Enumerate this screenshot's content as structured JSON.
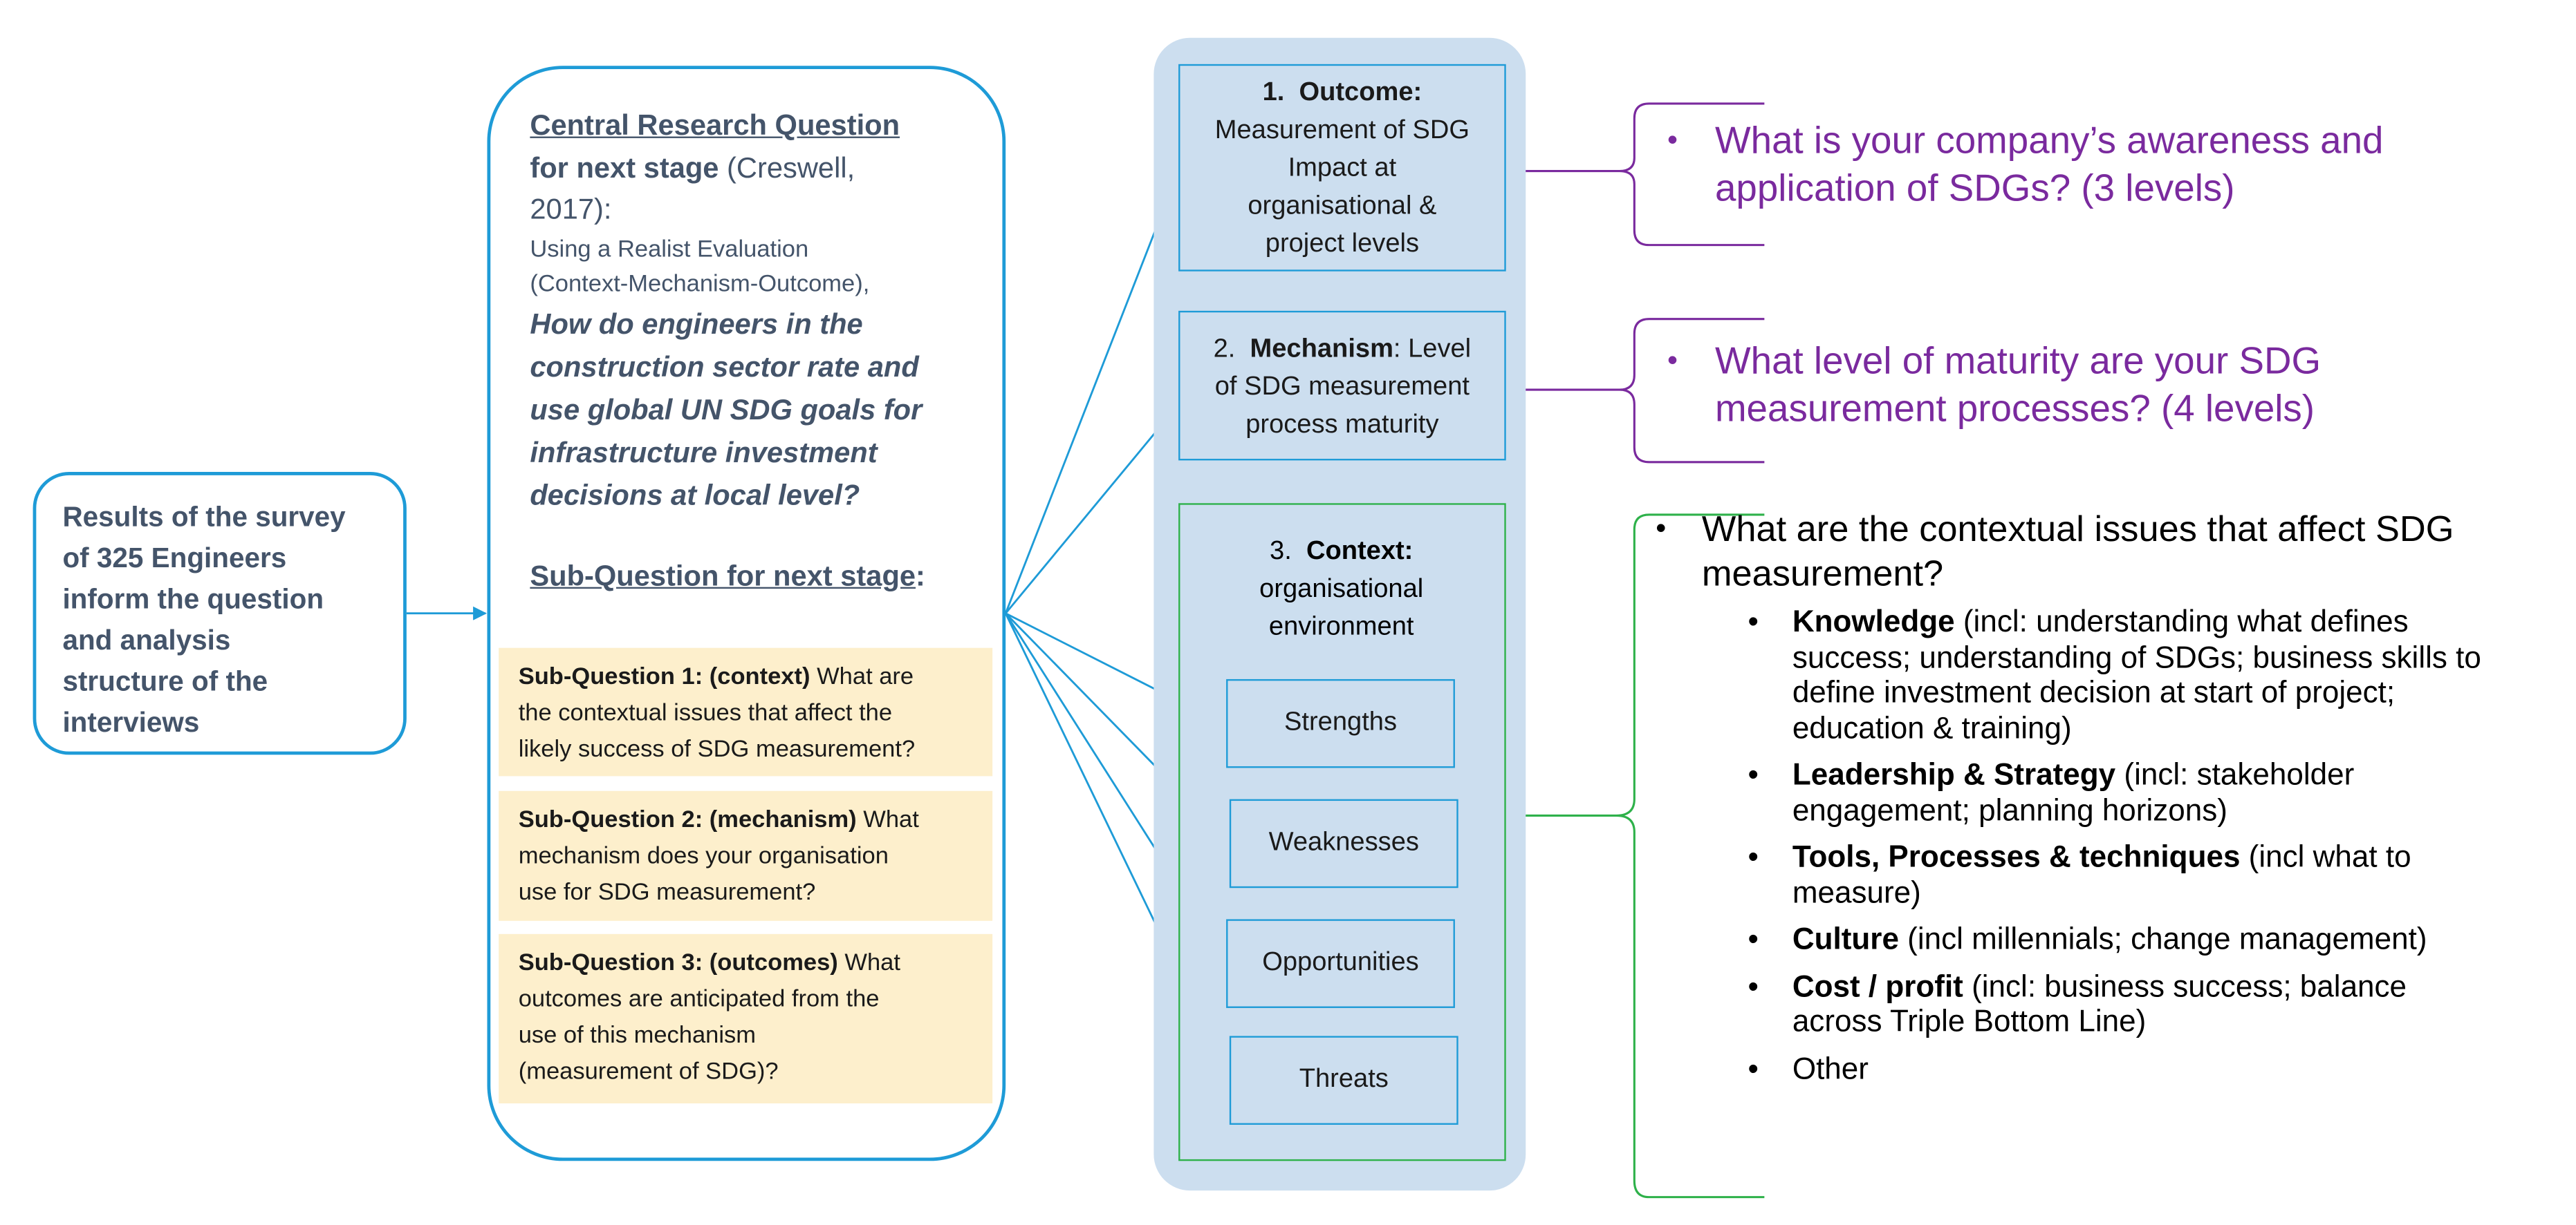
{
  "survey": {
    "lines": [
      "Results of the survey",
      "of 325 Engineers",
      "inform the question",
      "and analysis",
      "structure of the",
      "interviews"
    ]
  },
  "research_question": {
    "title": "Central Research Question",
    "line2_bold": "for next stage",
    "line2_rest": " (Creswell,",
    "line3": "2017):",
    "method_line1": "Using a Realist Evaluation",
    "method_line2": "(Context-Mechanism-Outcome),",
    "question_lines": [
      "How do engineers in the",
      "construction sector rate and",
      "use global UN SDG goals for",
      "infrastructure investment",
      "decisions at local level?"
    ],
    "sub_heading": "Sub-Question for next stage",
    "sub_heading_colon": ":"
  },
  "sub_questions": [
    {
      "label": "Sub-Question 1:  (context)",
      "rest_first": " What are",
      "lines": [
        "the contextual issues that affect the",
        "likely success of SDG measurement?"
      ]
    },
    {
      "label": "Sub-Question 2:  (mechanism)",
      "rest_first": " What",
      "lines": [
        "mechanism does your organisation",
        "use for SDG measurement?"
      ]
    },
    {
      "label": "Sub-Question 3:  (outcomes)",
      "rest_first": " What",
      "lines": [
        "outcomes are anticipated from the",
        "use of this mechanism",
        "(measurement of SDG)?"
      ]
    }
  ],
  "cmo": {
    "outcome": {
      "number": "1.",
      "title": "Outcome:",
      "lines": [
        "Measurement of SDG",
        "Impact at",
        "organisational &",
        "project levels"
      ]
    },
    "mechanism": {
      "number": "2.",
      "title": "Mechanism",
      "rest": ": Level",
      "lines": [
        "of SDG measurement",
        "process maturity"
      ]
    },
    "context": {
      "number": "3.",
      "title": "Context:",
      "lines": [
        "organisational",
        "environment"
      ]
    },
    "swot": [
      "Strengths",
      "Weaknesses",
      "Opportunities",
      "Threats"
    ]
  },
  "outcome_question": {
    "bullet": "•",
    "lines": [
      "What is your company’s awareness and",
      "application of SDGs? (3 levels)"
    ]
  },
  "mechanism_question": {
    "bullet": "•",
    "lines": [
      "What level of maturity are your SDG",
      "measurement processes?  (4 levels)"
    ]
  },
  "context_question": {
    "bullet": "•",
    "lines": [
      "What are the contextual issues that affect SDG",
      "measurement?"
    ],
    "items": [
      {
        "bold": "Knowledge",
        "lines": [
          " (incl: understanding what defines",
          "success;  understanding of SDGs; business skills to",
          "define investment decision at start of project;",
          "education & training)"
        ]
      },
      {
        "bold": "Leadership & Strategy",
        "lines": [
          " (incl: stakeholder",
          "engagement; planning horizons)"
        ]
      },
      {
        "bold": "Tools, Processes & techniques",
        "lines": [
          " (incl what to",
          "measure)"
        ]
      },
      {
        "bold": "Culture",
        "lines": [
          " (incl millennials; change management)"
        ]
      },
      {
        "bold": "Cost / profit",
        "lines": [
          " (incl: business success; balance",
          "across Triple Bottom Line)"
        ]
      },
      {
        "bold": "",
        "lines": [
          "Other"
        ]
      }
    ]
  },
  "colors": {
    "accent_blue": "#1e9bd7",
    "panel_blue": "#ccdeef",
    "subq_fill": "#fdefcc",
    "green": "#2eb14a",
    "purple": "#7a2a9e",
    "text_slate": "#44546a"
  }
}
